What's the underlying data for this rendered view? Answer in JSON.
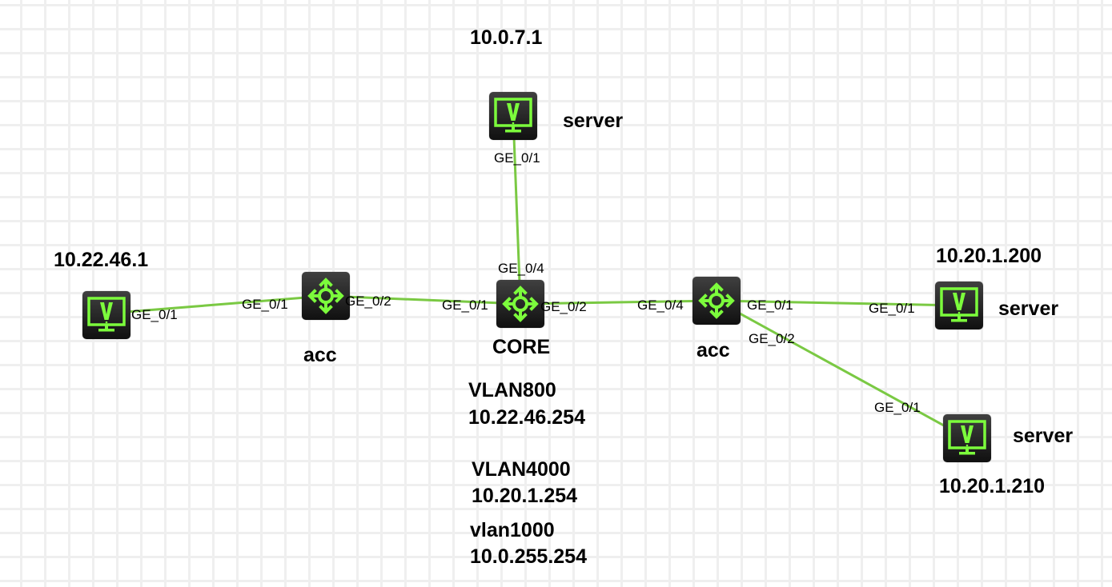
{
  "diagram": {
    "type": "network-topology",
    "link_color": "#7ac943",
    "icon_accent": "#7cfc3c",
    "nodes": {
      "server_top": {
        "name": "server",
        "ip": "10.0.7.1",
        "kind": "server"
      },
      "server_left": {
        "ip": "10.22.46.1",
        "kind": "server"
      },
      "acc_left": {
        "name": "acc",
        "kind": "switch"
      },
      "core": {
        "name": "CORE",
        "kind": "switch",
        "interfaces": [
          {
            "vlan": "VLAN800",
            "ip": "10.22.46.254"
          },
          {
            "vlan": "VLAN4000",
            "ip": "10.20.1.254"
          },
          {
            "vlan": "vlan1000",
            "ip": "10.0.255.254"
          }
        ]
      },
      "acc_right": {
        "name": "acc",
        "kind": "switch"
      },
      "server_right1": {
        "name": "server",
        "ip": "10.20.1.200",
        "kind": "server"
      },
      "server_right2": {
        "name": "server",
        "ip": "10.20.1.210",
        "kind": "server"
      }
    },
    "links": [
      {
        "from": "server_left",
        "from_port": "GE_0/1",
        "to": "acc_left",
        "to_port": "GE_0/1"
      },
      {
        "from": "acc_left",
        "from_port": "GE_0/2",
        "to": "core",
        "to_port": "GE_0/1"
      },
      {
        "from": "server_top",
        "from_port": "GE_0/1",
        "to": "core",
        "to_port": "GE_0/4"
      },
      {
        "from": "core",
        "from_port": "GE_0/2",
        "to": "acc_right",
        "to_port": "GE_0/4"
      },
      {
        "from": "acc_right",
        "from_port": "GE_0/1",
        "to": "server_right1",
        "to_port": "GE_0/1"
      },
      {
        "from": "acc_right",
        "from_port": "GE_0/2",
        "to": "server_right2",
        "to_port": "GE_0/1"
      }
    ]
  }
}
